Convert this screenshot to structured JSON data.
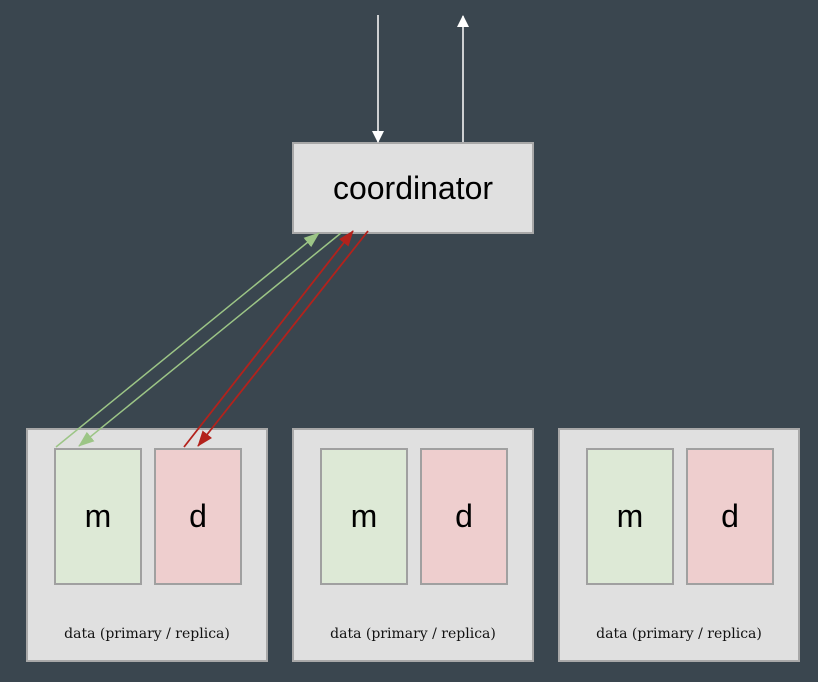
{
  "coordinator": {
    "label": "coordinator"
  },
  "nodes": [
    {
      "m_label": "m",
      "d_label": "d",
      "caption": "data (primary / replica)"
    },
    {
      "m_label": "m",
      "d_label": "d",
      "caption": "data (primary / replica)"
    },
    {
      "m_label": "m",
      "d_label": "d",
      "caption": "data (primary / replica)"
    }
  ],
  "colors": {
    "background": "#3a464f",
    "io_arrows": "#ffffff",
    "metadata_arrows": "#9cc586",
    "data_arrows": "#b3221c",
    "metadata_shard_fill": "#dde9d6",
    "data_shard_fill": "#eecece",
    "box_fill": "#e0e0e0"
  }
}
